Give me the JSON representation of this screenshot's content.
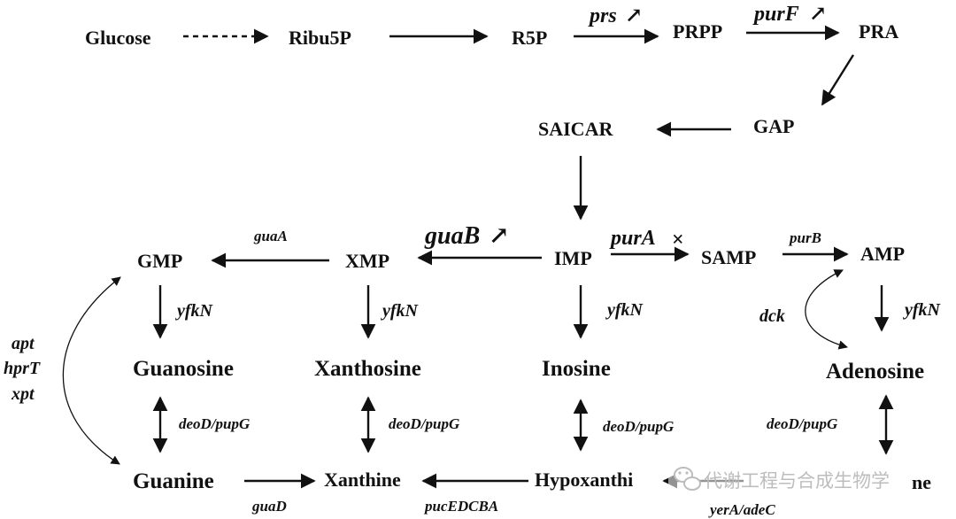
{
  "metabolites": {
    "glucose": "Glucose",
    "ribu5p": "Ribu5P",
    "r5p": "R5P",
    "prpp": "PRPP",
    "pra": "PRA",
    "gap": "GAP",
    "saicar": "SAICAR",
    "imp": "IMP",
    "xmp": "XMP",
    "gmp": "GMP",
    "samp": "SAMP",
    "amp": "AMP",
    "guanosine": "Guanosine",
    "xanthosine": "Xanthosine",
    "inosine": "Inosine",
    "adenosine": "Adenosine",
    "guanine": "Guanine",
    "xanthine": "Xanthine",
    "hypoxanthine": "Hypoxanthi",
    "adenine_tail": "ne"
  },
  "enzymes": {
    "prs": "prs",
    "purF": "purF",
    "guaB": "guaB",
    "purA": "purA",
    "guaA": "guaA",
    "purB": "purB",
    "yfkN_gmp": "yfkN",
    "yfkN_xmp": "yfkN",
    "yfkN_imp": "yfkN",
    "yfkN_amp": "yfkN",
    "dck": "dck",
    "apt": "apt",
    "hprT": "hprT",
    "xpt": "xpt",
    "deoD_guanosine": "deoD/pupG",
    "deoD_xanthosine": "deoD/pupG",
    "deoD_inosine": "deoD/pupG",
    "deoD_adenosine": "deoD/pupG",
    "guaD": "guaD",
    "pucEDCBA": "pucEDCBA",
    "yerA_adeC": "yerA/adeC"
  },
  "marks": {
    "upregulated": "↗",
    "deleted": "×"
  },
  "watermark": {
    "text": "代谢工程与合成生物学"
  }
}
